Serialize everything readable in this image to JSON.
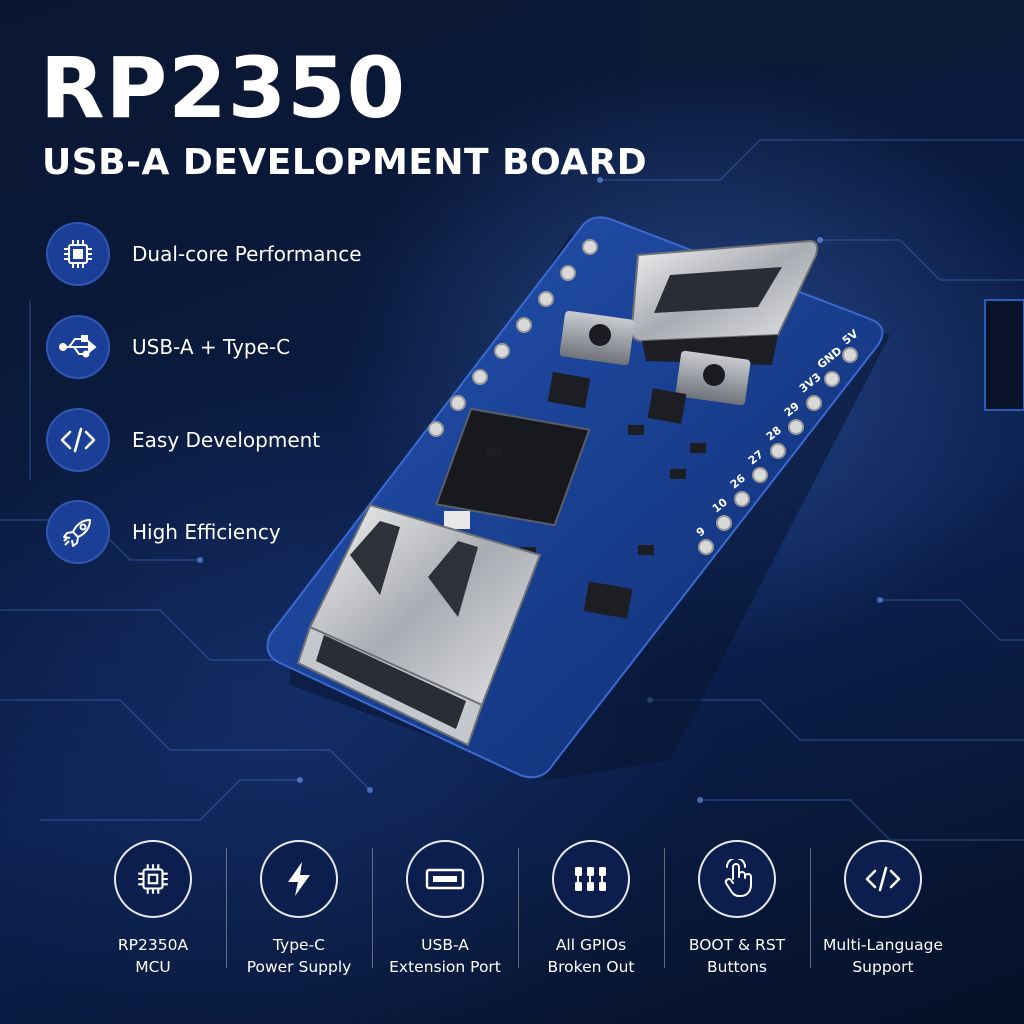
{
  "hero": {
    "title": "RP2350",
    "subtitle": "USB-A DEVELOPMENT BOARD"
  },
  "features": [
    {
      "label": "Dual-core Performance",
      "icon": "chip-icon"
    },
    {
      "label": "USB-A + Type-C",
      "icon": "usb-icon"
    },
    {
      "label": "Easy Development",
      "icon": "code-icon"
    },
    {
      "label": "High Efficiency",
      "icon": "rocket-icon"
    }
  ],
  "board": {
    "pin_labels": [
      "5V",
      "GND",
      "3V3",
      "29",
      "28",
      "27",
      "26",
      "10",
      "9"
    ]
  },
  "specs": [
    {
      "line1": "RP2350A",
      "line2": "MCU",
      "icon": "chip-icon"
    },
    {
      "line1": "Type-C",
      "line2": "Power Supply",
      "icon": "lightning-icon"
    },
    {
      "line1": "USB-A",
      "line2": "Extension Port",
      "icon": "usb-port-icon"
    },
    {
      "line1": "All GPIOs",
      "line2": "Broken Out",
      "icon": "gpio-icon"
    },
    {
      "line1": "BOOT & RST",
      "line2": "Buttons",
      "icon": "touch-icon"
    },
    {
      "line1": "Multi-Language",
      "line2": "Support",
      "icon": "code-icon"
    }
  ],
  "colors": {
    "background": "#0a1a3d",
    "accent": "#1b3f97",
    "pcb": "#143a8c"
  }
}
